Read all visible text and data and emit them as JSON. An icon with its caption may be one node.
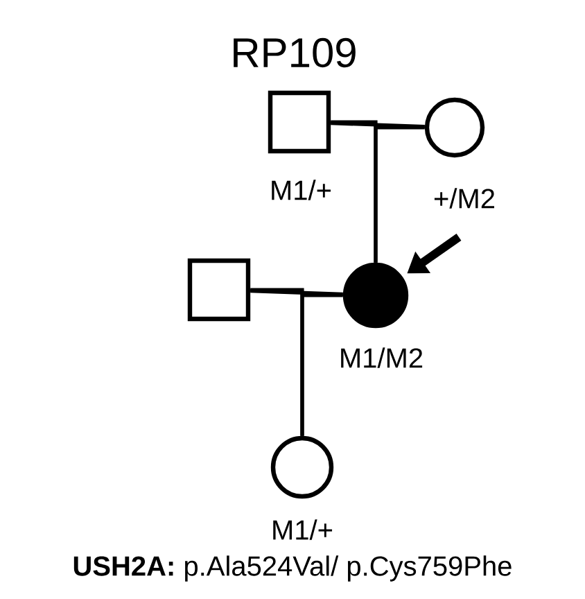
{
  "diagram": {
    "title": "RP109",
    "nodes": [
      {
        "text": [],
        "shape": "box",
        "beside": [
          "M1/+"
        ]
      },
      {
        "text": [],
        "shape": "circle",
        "beside": [
          "+/M2"
        ]
      },
      {
        "text": [],
        "shape": "circle",
        "beside": [
          "M1/M2"
        ]
      },
      {
        "text": [],
        "shape": "box"
      },
      {
        "text": [],
        "shape": "circle",
        "beside": [
          "M1/+"
        ]
      }
    ],
    "edges": [
      {
        "from": 0,
        "to": 1,
        "arrow": "none"
      },
      {
        "from": 0,
        "to": 2,
        "arrow": "none"
      },
      {
        "from": 1,
        "to": 2,
        "arrow": "none"
      },
      {
        "from": 3,
        "to": 2,
        "arrow": "none"
      },
      {
        "from": 3,
        "to": 4,
        "arrow": "none"
      },
      {
        "from": 2,
        "to": 4,
        "arrow": "none"
      },
      {
        "from": null,
        "to": 2,
        "arrow": "to",
        "style": "thick"
      }
    ],
    "labels": [
      "**USH2A:** p.Ala524Val/ p.Cys759Phe"
    ]
  }
}
